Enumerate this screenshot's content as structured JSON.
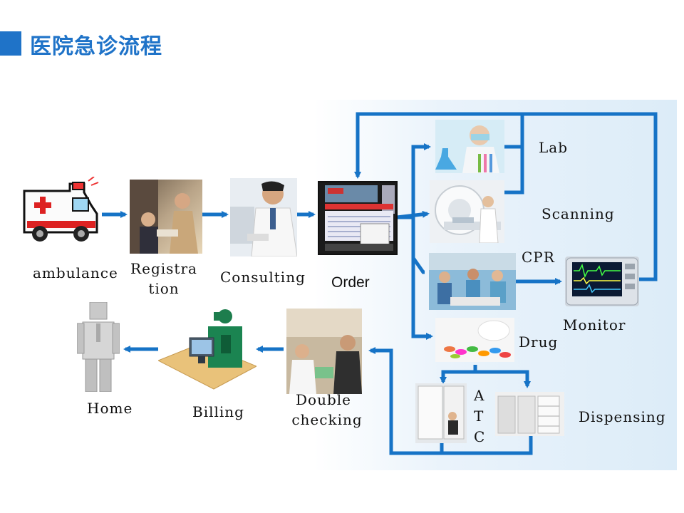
{
  "title": "医院急诊流程",
  "colors": {
    "accent": "#1f73c8",
    "arrow": "#1673c6"
  },
  "nodes": {
    "ambulance": "ambulance",
    "registration_line1": "Registra",
    "registration_line2": "tion",
    "consulting": "Consulting",
    "order": "Order",
    "lab": "Lab",
    "scanning": "Scanning",
    "cpr": "CPR",
    "monitor": "Monitor",
    "drug": "Drug",
    "atc_a": "A",
    "atc_t": "T",
    "atc_c": "C",
    "dispensing": "Dispensing",
    "double_line1": "Double",
    "double_line2": "checking",
    "billing": "Billing",
    "home": "Home"
  }
}
